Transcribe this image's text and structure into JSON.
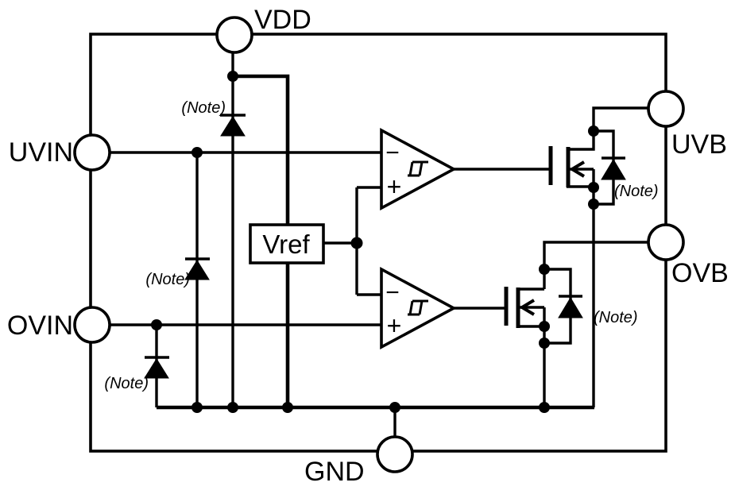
{
  "pins": {
    "vdd": {
      "label": "VDD"
    },
    "uvin": {
      "label": "UVIN"
    },
    "ovin": {
      "label": "OVIN"
    },
    "uvb": {
      "label": "UVB"
    },
    "ovb": {
      "label": "OVB"
    },
    "gnd": {
      "label": "GND"
    }
  },
  "vref": {
    "label": "Vref"
  },
  "note": {
    "label": "(Note)"
  },
  "comparator": {
    "minus_label": "−",
    "plus_label": "+"
  },
  "colors": {
    "line": "#000000",
    "background": "#ffffff",
    "text": "#000000"
  }
}
